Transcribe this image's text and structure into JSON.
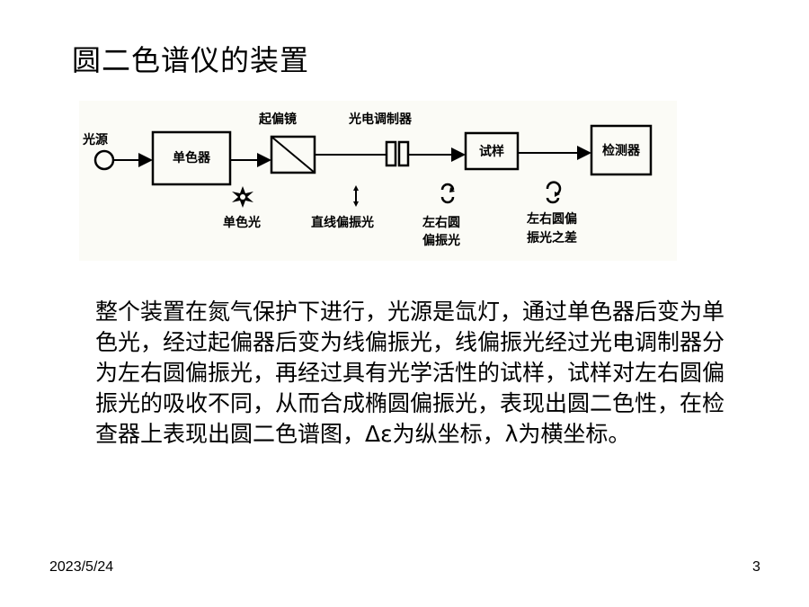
{
  "slide": {
    "title": "圆二色谱仪的装置",
    "body": "整个装置在氮气保护下进行，光源是氙灯，通过单色器后变为单色光，经过起偏器后变为线偏振光，线偏振光经过光电调制器分为左右圆偏振光，再经过具有光学活性的试样，试样对左右圆偏振光的吸收不同，从而合成椭圆偏振光，表现出圆二色性，在检查器上表现出圆二色谱图，Δε为纵坐标，λ为横坐标。",
    "date": "2023/5/24",
    "page_number": "3"
  },
  "diagram": {
    "source_label": "光源",
    "monochromator_label": "单色器",
    "polarizer_label": "起偏镜",
    "modulator_label": "光电调制器",
    "sample_label": "试样",
    "detector_label": "检测器",
    "mono_light_label": "单色光",
    "linear_light_label": "直线偏振光",
    "circular_light_label_1": "左右圆",
    "circular_light_label_2": "偏振光",
    "difference_label_1": "左右圆偏",
    "difference_label_2": "振光之差",
    "icons": [
      "star-icon",
      "double-arrow-icon",
      "circular-arrows-icon",
      "circular-arrow-icon"
    ]
  }
}
